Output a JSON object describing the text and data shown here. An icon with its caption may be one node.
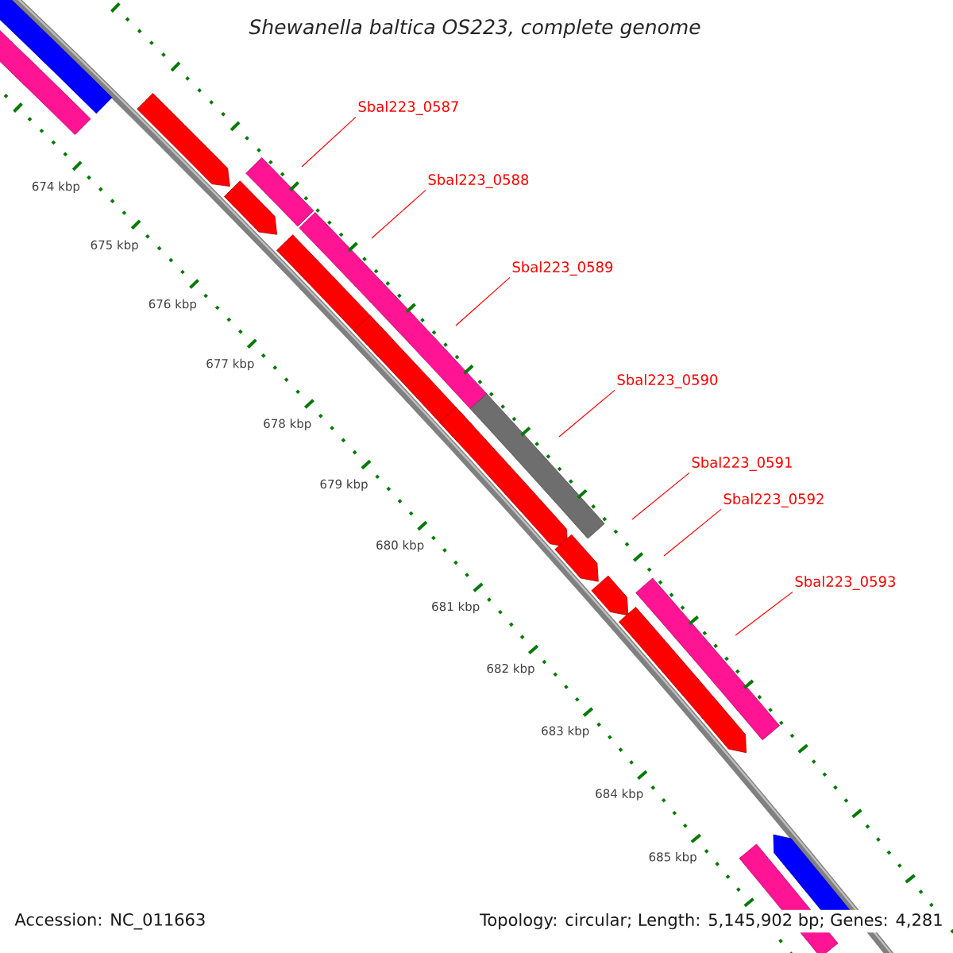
{
  "diagram": {
    "title": "Shewanella baltica OS223, complete genome",
    "nodes": [
      {
        "text": [
          "Sbal223_0587"
        ]
      },
      {
        "text": [
          "Sbal223_0588"
        ]
      },
      {
        "text": [
          "Sbal223_0589"
        ]
      },
      {
        "text": [
          "Sbal223_0590"
        ]
      },
      {
        "text": [
          "Sbal223_0591"
        ]
      },
      {
        "text": [
          "Sbal223_0592"
        ]
      },
      {
        "text": [
          "Sbal223_0593"
        ]
      }
    ],
    "edges": [
      {
        "from": 0,
        "to": null,
        "arrow": "none"
      },
      {
        "from": 1,
        "to": null,
        "arrow": "none"
      },
      {
        "from": 2,
        "to": null,
        "arrow": "none"
      },
      {
        "from": 3,
        "to": null,
        "arrow": "none"
      },
      {
        "from": 4,
        "to": null,
        "arrow": "none"
      },
      {
        "from": 5,
        "to": null,
        "arrow": "none"
      },
      {
        "from": 6,
        "to": null,
        "arrow": "none"
      }
    ],
    "labels": [
      "674 kbp",
      "675 kbp",
      "676 kbp",
      "677 kbp",
      "678 kbp",
      "679 kbp",
      "680 kbp",
      "681 kbp",
      "682 kbp",
      "683 kbp",
      "684 kbp",
      "685 kbp",
      "Accession: NC_011663",
      "Topology: circular; Length: 5,145,902 bp; Genes: 4,281"
    ]
  }
}
